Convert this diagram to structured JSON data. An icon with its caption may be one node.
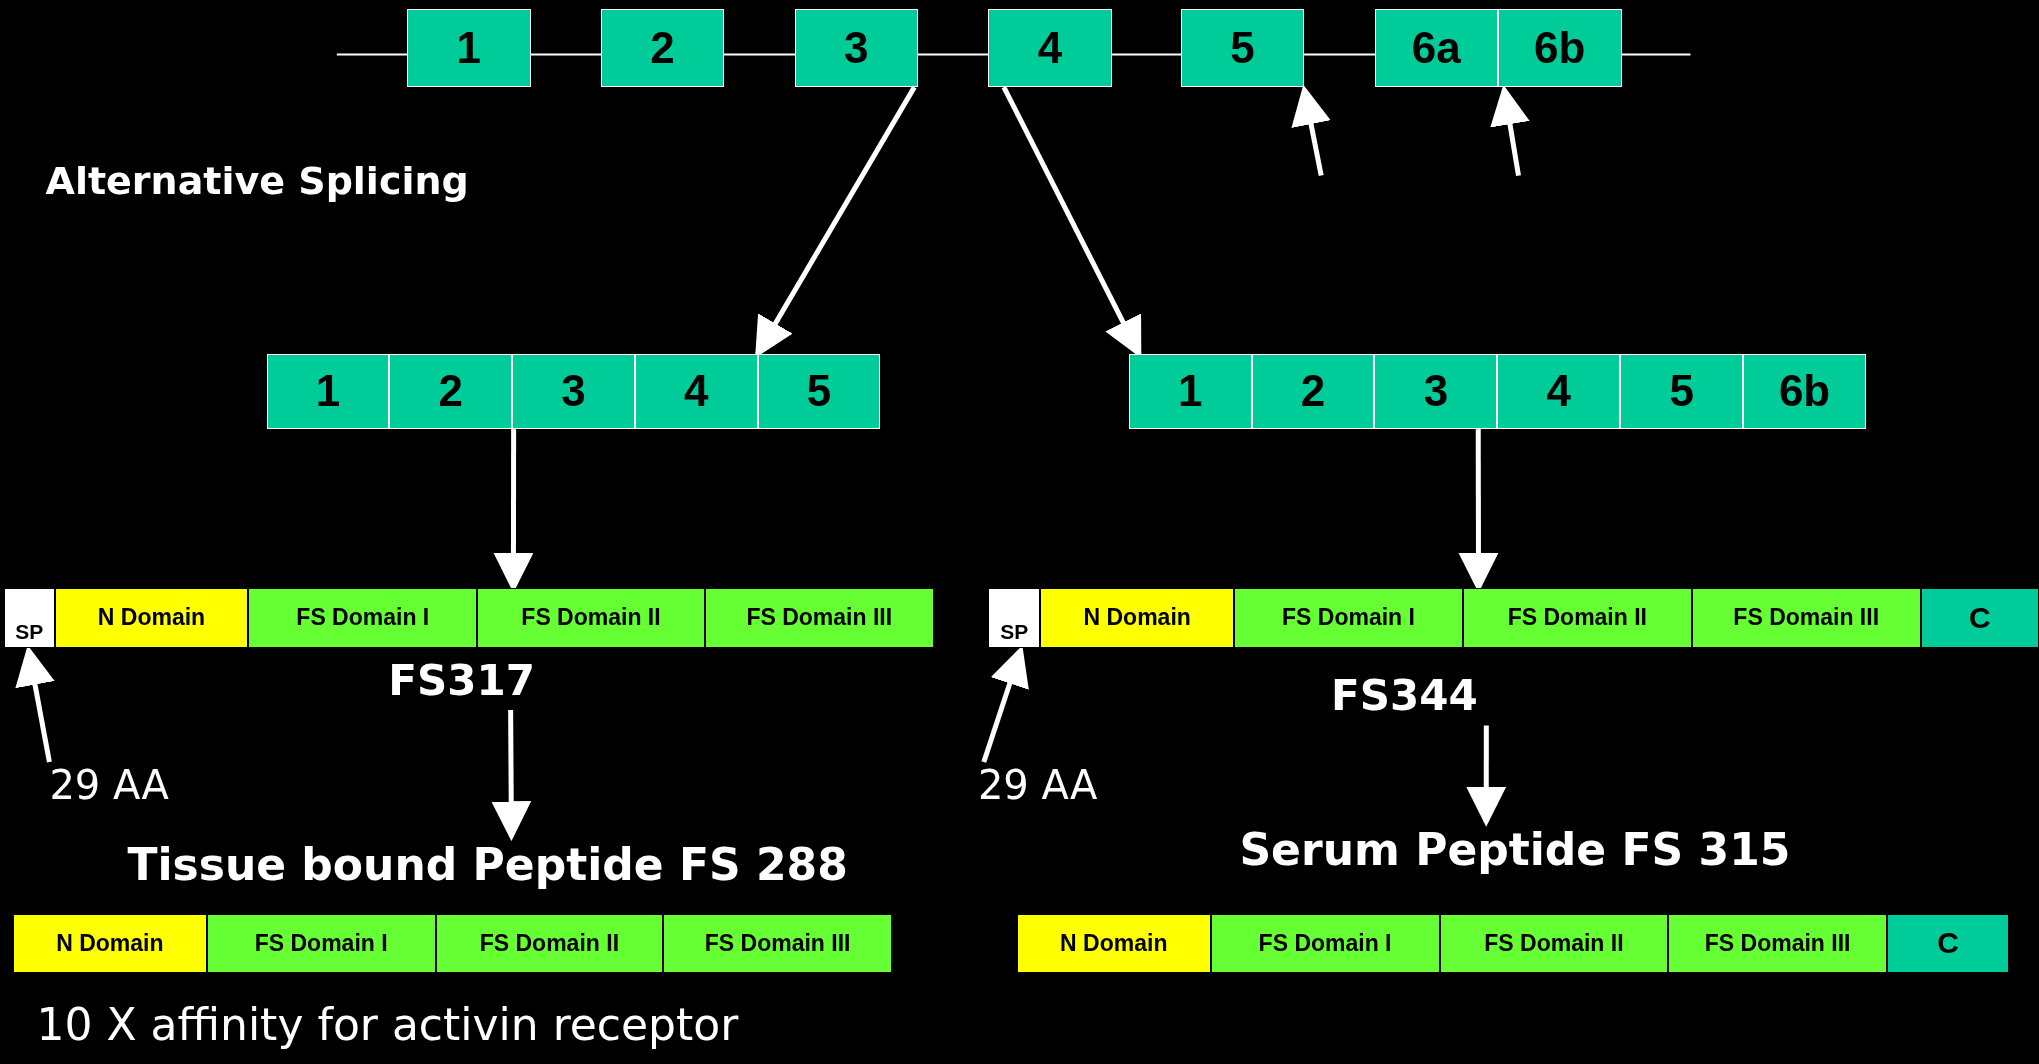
{
  "diagram": {
    "nodes": [
      {
        "text": [
          "1"
        ]
      },
      {
        "text": [
          "2"
        ]
      },
      {
        "text": [
          "3"
        ]
      },
      {
        "text": [
          "4"
        ]
      },
      {
        "text": [
          "5"
        ]
      },
      {
        "text": [
          "6a"
        ]
      },
      {
        "text": [
          "6b"
        ]
      },
      {
        "text": [],
        "shape": "bar"
      },
      {
        "text": [
          "1"
        ],
        "in": 7
      },
      {
        "text": [
          "2"
        ],
        "in": 7
      },
      {
        "text": [
          "3"
        ],
        "in": 7
      },
      {
        "text": [
          "4"
        ],
        "in": 7
      },
      {
        "text": [
          "5"
        ],
        "in": 7
      },
      {
        "text": [],
        "shape": "bar"
      },
      {
        "text": [
          "1"
        ],
        "in": 13
      },
      {
        "text": [
          "2"
        ],
        "in": 13
      },
      {
        "text": [
          "3"
        ],
        "in": 13
      },
      {
        "text": [
          "4"
        ],
        "in": 13
      },
      {
        "text": [
          "5"
        ],
        "in": 13
      },
      {
        "text": [
          "6b"
        ],
        "in": 13
      },
      {
        "text": [
          "FS317"
        ]
      },
      {
        "text": [
          "SP"
        ],
        "in": 20
      },
      {
        "text": [
          "N Domain"
        ],
        "in": 20
      },
      {
        "text": [
          "FS Domain I"
        ],
        "in": 20
      },
      {
        "text": [
          "FS Domain II"
        ],
        "in": 20
      },
      {
        "text": [
          "FS Domain III"
        ],
        "in": 20
      },
      {
        "text": [
          "FS344"
        ]
      },
      {
        "text": [
          "SP"
        ],
        "in": 26
      },
      {
        "text": [
          "N Domain"
        ],
        "in": 26
      },
      {
        "text": [
          "FS Domain I"
        ],
        "in": 26
      },
      {
        "text": [
          "FS Domain II"
        ],
        "in": 26
      },
      {
        "text": [
          "FS Domain III"
        ],
        "in": 26
      },
      {
        "text": [
          "C"
        ],
        "in": 26
      },
      {
        "text": [
          "29 AA"
        ]
      },
      {
        "text": [
          "29 AA"
        ]
      },
      {
        "text": [
          "Tissue bound Peptide FS 288"
        ]
      },
      {
        "text": [
          "N Domain"
        ],
        "in": 35
      },
      {
        "text": [
          "FS Domain I"
        ],
        "in": 35
      },
      {
        "text": [
          "FS Domain II"
        ],
        "in": 35
      },
      {
        "text": [
          "FS Domain III"
        ],
        "in": 35
      },
      {
        "text": [
          "Serum Peptide FS 315"
        ]
      },
      {
        "text": [
          "N Domain"
        ],
        "in": 40
      },
      {
        "text": [
          "FS Domain I"
        ],
        "in": 40
      },
      {
        "text": [
          "FS Domain II"
        ],
        "in": 40
      },
      {
        "text": [
          "FS Domain III"
        ],
        "in": 40
      },
      {
        "text": [
          "C"
        ],
        "in": 40
      }
    ],
    "edges": [
      {
        "from": 2,
        "to": 7,
        "arrow": "to"
      },
      {
        "from": 3,
        "to": 13,
        "arrow": "to"
      },
      {
        "from": null,
        "to": 4,
        "arrow": "to"
      },
      {
        "from": null,
        "to": 6,
        "arrow": "to"
      },
      {
        "from": 7,
        "to": 20,
        "arrow": "to"
      },
      {
        "from": 13,
        "to": 26,
        "arrow": "to"
      },
      {
        "from": 33,
        "to": 21,
        "arrow": "to"
      },
      {
        "from": 34,
        "to": 27,
        "arrow": "to"
      },
      {
        "from": 20,
        "to": 35,
        "arrow": "to"
      },
      {
        "from": 26,
        "to": 40,
        "arrow": "to"
      }
    ],
    "labels": [
      "Alternative Splicing",
      "10 X affinity for activin receptor"
    ]
  }
}
